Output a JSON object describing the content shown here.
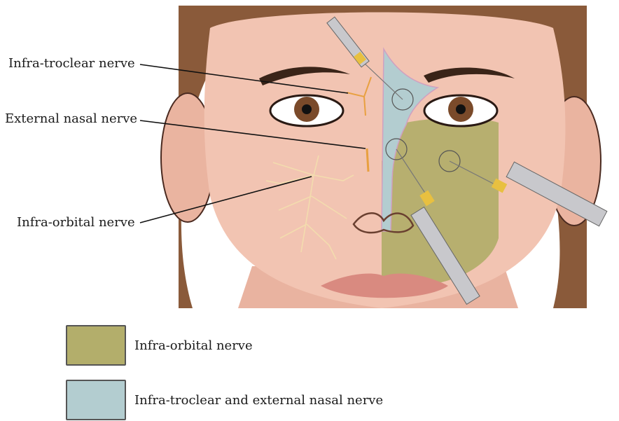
{
  "labels": {
    "infra_troclear": "Infra-troclear nerve",
    "external_nasal": "External nasal nerve",
    "infra_orbital": "Infra-orbital nerve"
  },
  "legend": [
    {
      "label": "Infra-orbital nerve",
      "color": "#b3ae6b"
    },
    {
      "label": "Infra-troclear and external nasal nerve",
      "color": "#b3cdd0"
    }
  ],
  "colors": {
    "skin": "#f2c4b2",
    "hair": "#8a5a3a",
    "nerve": "#e8a040",
    "infra_orbital_zone": "#b3ae6b",
    "nasal_zone": "#b3cdd0",
    "lips": "#d98a80"
  }
}
